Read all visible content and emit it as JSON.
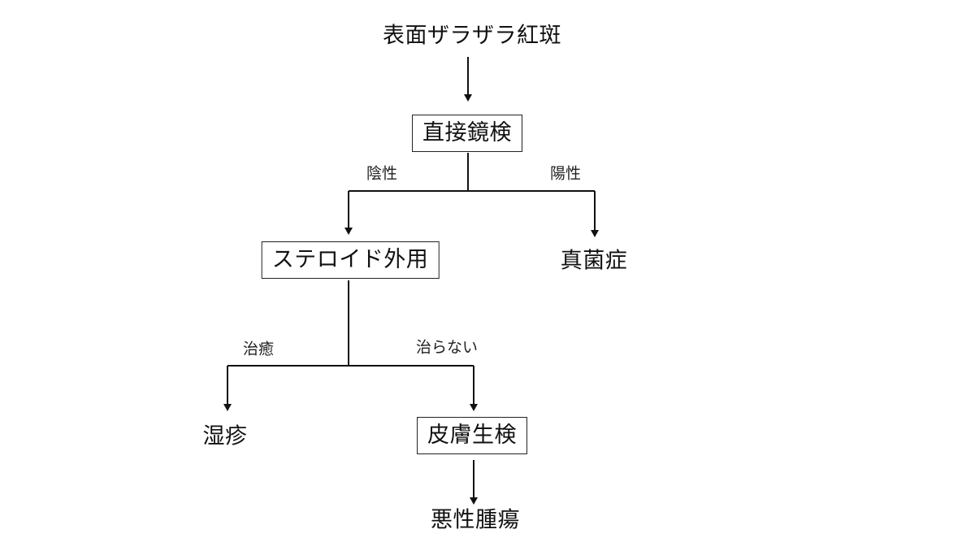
{
  "nodes": {
    "rough_erythema": "表面ザラザラ紅斑",
    "direct_microscopy": "直接鏡検",
    "topical_steroid": "ステロイド外用",
    "mycosis": "真菌症",
    "eczema": "湿疹",
    "skin_biopsy": "皮膚生検",
    "malignant_tumor": "悪性腫瘍"
  },
  "edge_labels": {
    "negative": "陰性",
    "positive": "陽性",
    "healed": "治癒",
    "not_healed": "治らない"
  }
}
